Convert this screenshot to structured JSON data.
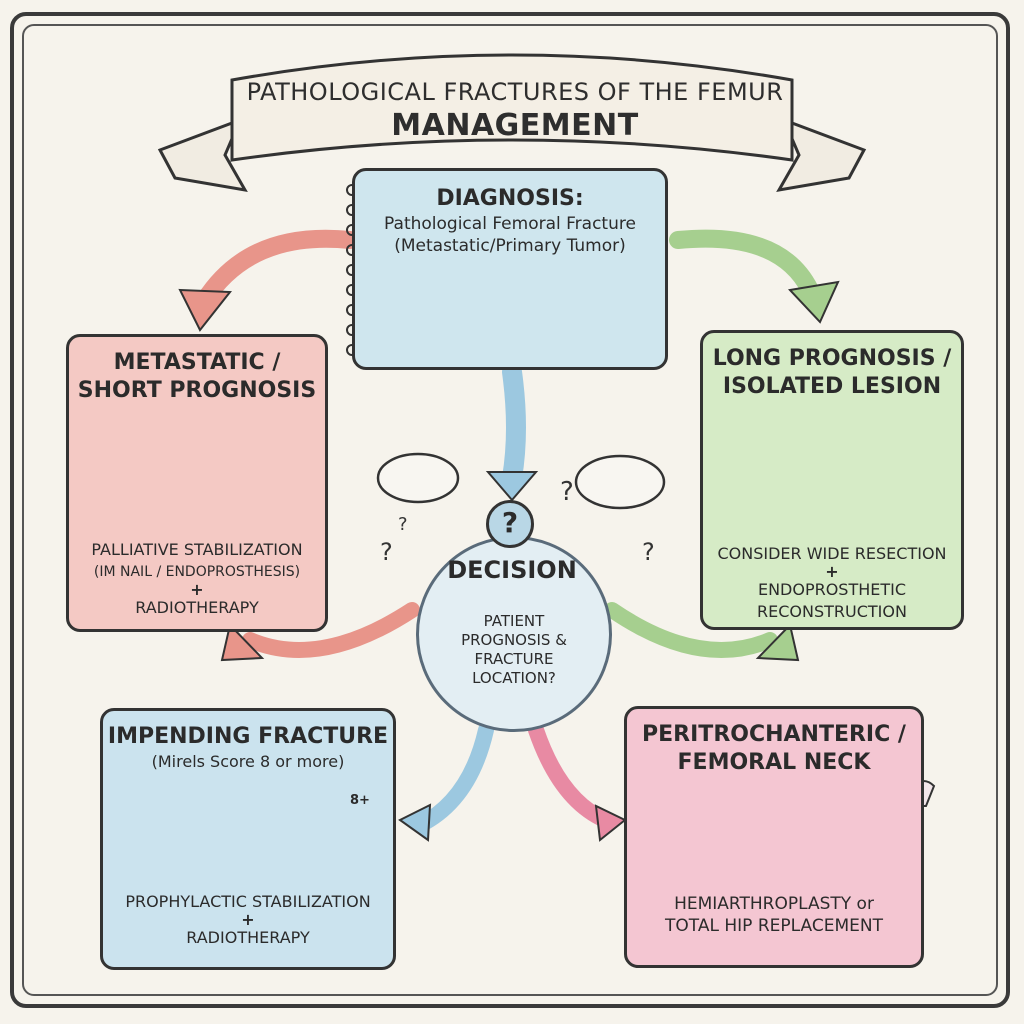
{
  "banner": {
    "title": "PATHOLOGICAL FRACTURES OF THE FEMUR",
    "subtitle": "MANAGEMENT"
  },
  "diagnosis": {
    "heading": "DIAGNOSIS:",
    "line1": "Pathological Femoral Fracture",
    "line2": "(Metastatic/Primary Tumor)"
  },
  "decision": {
    "label": "DECISION",
    "question_line1": "PATIENT",
    "question_line2": "PROGNOSIS &",
    "question_line3": "FRACTURE",
    "question_line4": "LOCATION?",
    "icon": "?"
  },
  "metastatic": {
    "heading_line1": "METASTATIC /",
    "heading_line2": "SHORT PROGNOSIS",
    "body_line1": "PALLIATIVE STABILIZATION",
    "body_line2": "(IM NAIL / ENDOPROSTHESIS)",
    "plus": "+",
    "body_line3": "RADIOTHERAPY"
  },
  "long_prognosis": {
    "heading_line1": "LONG PROGNOSIS /",
    "heading_line2": "ISOLATED LESION",
    "body_line1": "CONSIDER WIDE RESECTION",
    "plus": "+",
    "body_line2": "ENDOPROSTHETIC",
    "body_line3": "RECONSTRUCTION"
  },
  "impending": {
    "heading": "IMPENDING FRACTURE",
    "sub": "(Mirels Score 8 or more)",
    "calculator_label": "8+",
    "body_line1": "PROPHYLACTIC STABILIZATION",
    "plus": "+",
    "body_line2": "RADIOTHERAPY"
  },
  "peritrochanteric": {
    "heading_line1": "PERITROCHANTERIC /",
    "heading_line2": "FEMORAL NECK",
    "body_line1": "HEMIARTHROPLASTY or",
    "body_line2": "TOTAL HIP REPLACEMENT"
  },
  "colors": {
    "diagnosis": "#cfe6ee",
    "metastatic": "#f4c9c4",
    "long": "#d6ebc6",
    "impending": "#cbe3ee",
    "peritrochanteric": "#f4c6d2",
    "arrow_red": "#e8958a",
    "arrow_green": "#a6cf8f",
    "arrow_blue": "#9cc8e0",
    "arrow_pink": "#e88aa3"
  }
}
